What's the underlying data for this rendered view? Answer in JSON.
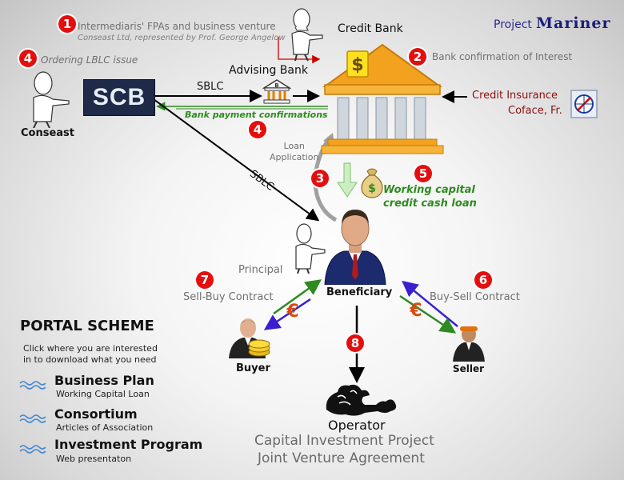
{
  "header": {
    "project_label": "Project",
    "project_name": "Mariner"
  },
  "steps": {
    "s1": {
      "num": "1",
      "title": "Intermediaris' FPAs and business venture",
      "subtitle": "Conseast Ltd, represented by Prof. George Angelow"
    },
    "s2": {
      "num": "2",
      "label": "Bank confirmation of Interest"
    },
    "s3": {
      "num": "3",
      "label": "Loan\nApplication"
    },
    "s4a": {
      "num": "4",
      "label": "Ordering LBLC issue"
    },
    "s4b": {
      "num": "4",
      "label": "Bank payment confirmations"
    },
    "s5": {
      "num": "5",
      "label_1": "Working capital",
      "label_2": "credit cash loan"
    },
    "s6": {
      "num": "6",
      "label": "Buy-Sell Contract"
    },
    "s7": {
      "num": "7",
      "label": "Sell-Buy Contract"
    },
    "s8": {
      "num": "8"
    }
  },
  "nodes": {
    "credit_bank": "Credit Bank",
    "advising_bank": "Advising Bank",
    "scb": "SCB",
    "conseast": "Conseast",
    "principal": "Principal",
    "beneficiary": "Beneficiary",
    "buyer": "Buyer",
    "seller": "Seller",
    "operator": "Operator",
    "credit_insurance_1": "Credit Insurance",
    "credit_insurance_2": "Coface, Fr."
  },
  "flow_labels": {
    "sblc_top": "SBLC",
    "sblc_diag": "SBLC"
  },
  "operator_project": {
    "line1": "Capital Investment Project",
    "line2": "Joint Venture Agreement"
  },
  "portal": {
    "title": "PORTAL SCHEME",
    "intro_1": "Click where you are interested",
    "intro_2": "in to download what you need",
    "links": [
      {
        "title": "Business Plan",
        "sub": "Working Capital Loan"
      },
      {
        "title": "Consortium",
        "sub": "Articles of Association"
      },
      {
        "title": "Investment Program",
        "sub": "Web presentaton"
      }
    ]
  },
  "colors": {
    "badge": "#e30f0f",
    "arrow_green": "#2e8b1f",
    "arrow_blue": "#3a1fd0",
    "bank_orange": "#f0a020",
    "scb_navy": "#1e2a48",
    "credit_insurance_red": "#8a1010"
  },
  "icons": [
    "pointing-man-icon",
    "bank-building-icon",
    "dollar-icon",
    "coface-logo-icon",
    "money-bag-icon",
    "euro-icon",
    "lion-logo-icon",
    "wave-link-icon",
    "coins-icon"
  ]
}
